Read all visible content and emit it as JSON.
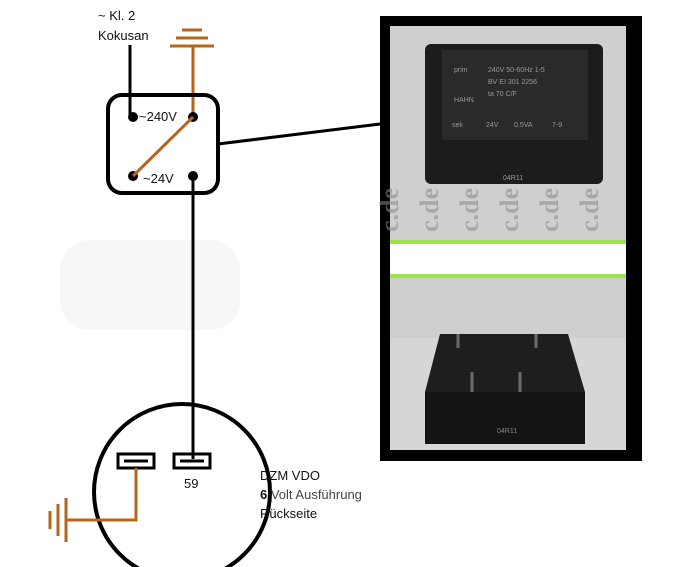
{
  "supply": {
    "line1": "~ Kl. 2",
    "line2": "Kokusan"
  },
  "transformer": {
    "primary_label": "~240V",
    "secondary_label": "~24V"
  },
  "gauge": {
    "terminal_label": "59"
  },
  "note": {
    "line1": "DZM VDO",
    "line2_num": "6",
    "line2_rest": " Volt Ausführung",
    "line3": "Rückseite"
  },
  "photo": {
    "top_label": {
      "brand": "prim",
      "rating": "240V   50-60Hz   1-5",
      "model": "BV  EI 301 2256",
      "ta": "ta 70 C/F",
      "maker": "HAHN",
      "sek": "sek",
      "sek_v": "24V",
      "sek_va": "0.5VA",
      "sek_pins": "7-9",
      "code": "04R11"
    },
    "bottom_code": "04R11",
    "watermark": "c.de"
  },
  "colors": {
    "wire_brown": "#b5651d",
    "wire_black": "#000000",
    "divider_green": "#9be34a"
  }
}
